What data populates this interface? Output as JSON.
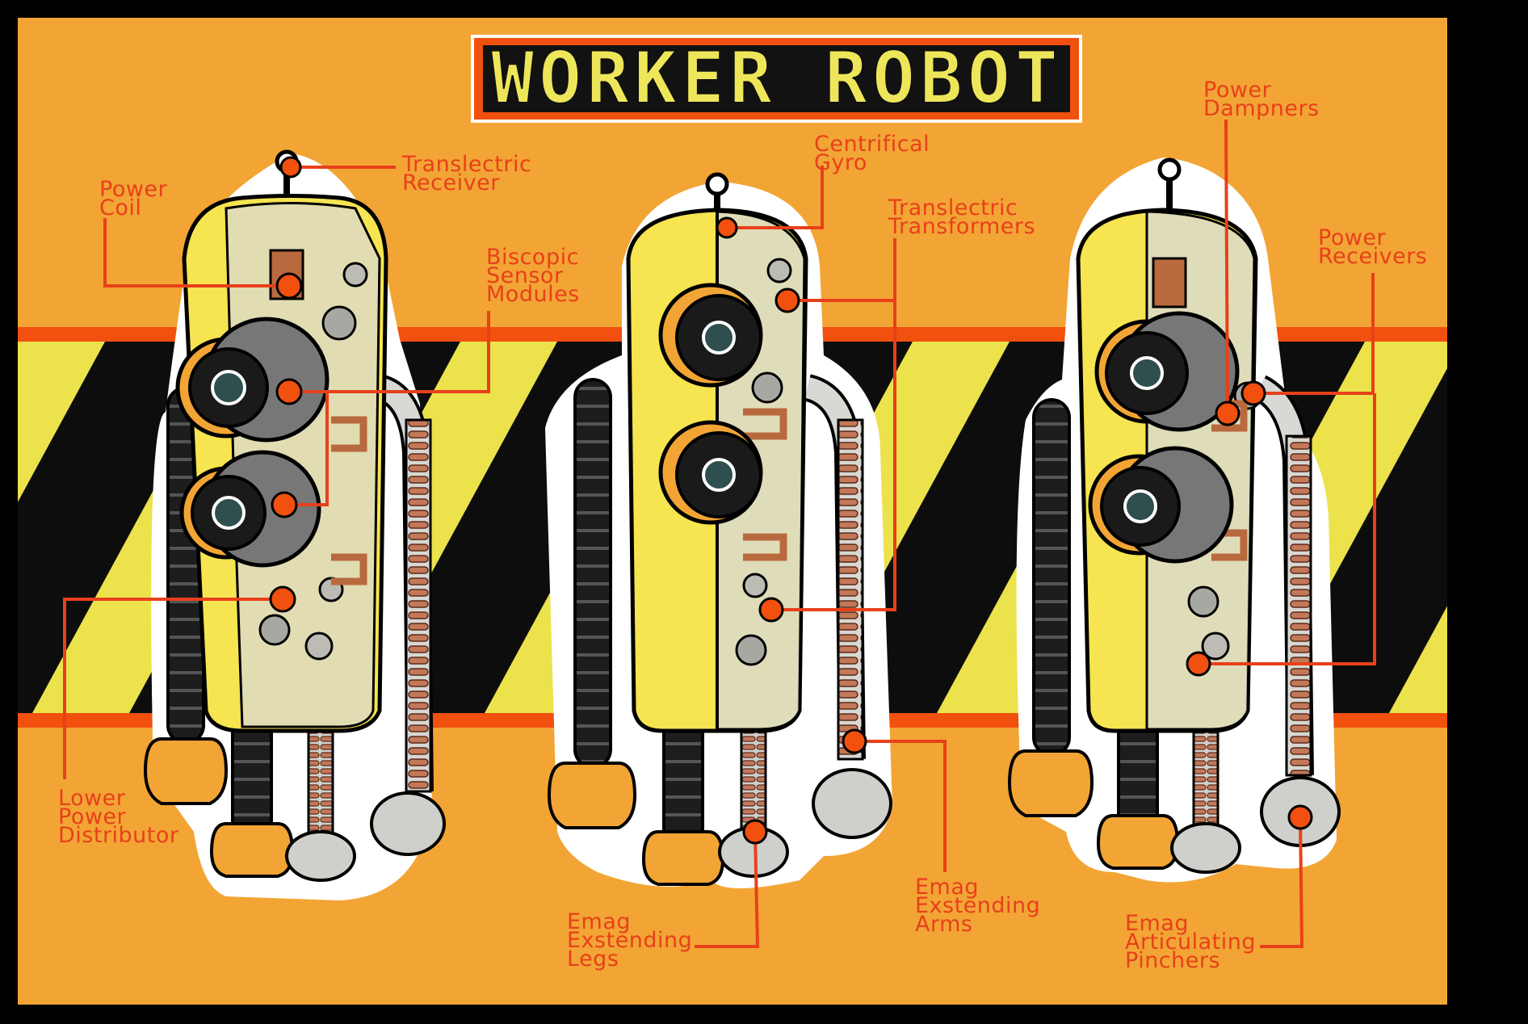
{
  "title": "WORKER ROBOT",
  "colors": {
    "background": "#f2a535",
    "stripe_yellow": "#ece24c",
    "stripe_black": "#0d0d0d",
    "accent_orange": "#f1500f",
    "callout_red": "#e8401a",
    "body_yellow": "#f6e451",
    "title_fill": "#eee65a",
    "outline_white": "#ffffff"
  },
  "callouts": {
    "translectric_receiver": [
      "Translectric",
      "Receiver"
    ],
    "power_coil": [
      "Power",
      "Coil"
    ],
    "biscopic_sensor_modules": [
      "Biscopic",
      "Sensor",
      "Modules"
    ],
    "lower_power_distributor": [
      "Lower",
      "Power",
      "Distributor"
    ],
    "centrifical_gyro": [
      "Centrifical",
      "Gyro"
    ],
    "translectric_transformers": [
      "Translectric",
      "Transformers"
    ],
    "emag_extending_legs": [
      "Emag",
      "Exstending",
      "Legs"
    ],
    "emag_extending_arms": [
      "Emag",
      "Exstending",
      "Arms"
    ],
    "power_dampners": [
      "Power",
      "Dampners"
    ],
    "power_receivers": [
      "Power",
      "Receivers"
    ],
    "emag_articulating_pinchers": [
      "Emag",
      "Articulating",
      "Pinchers"
    ]
  },
  "robots": [
    {
      "name": "robot-left",
      "icon": "cutaway-robot-left"
    },
    {
      "name": "robot-center",
      "icon": "cutaway-robot-center"
    },
    {
      "name": "robot-right",
      "icon": "cutaway-robot-right"
    }
  ]
}
